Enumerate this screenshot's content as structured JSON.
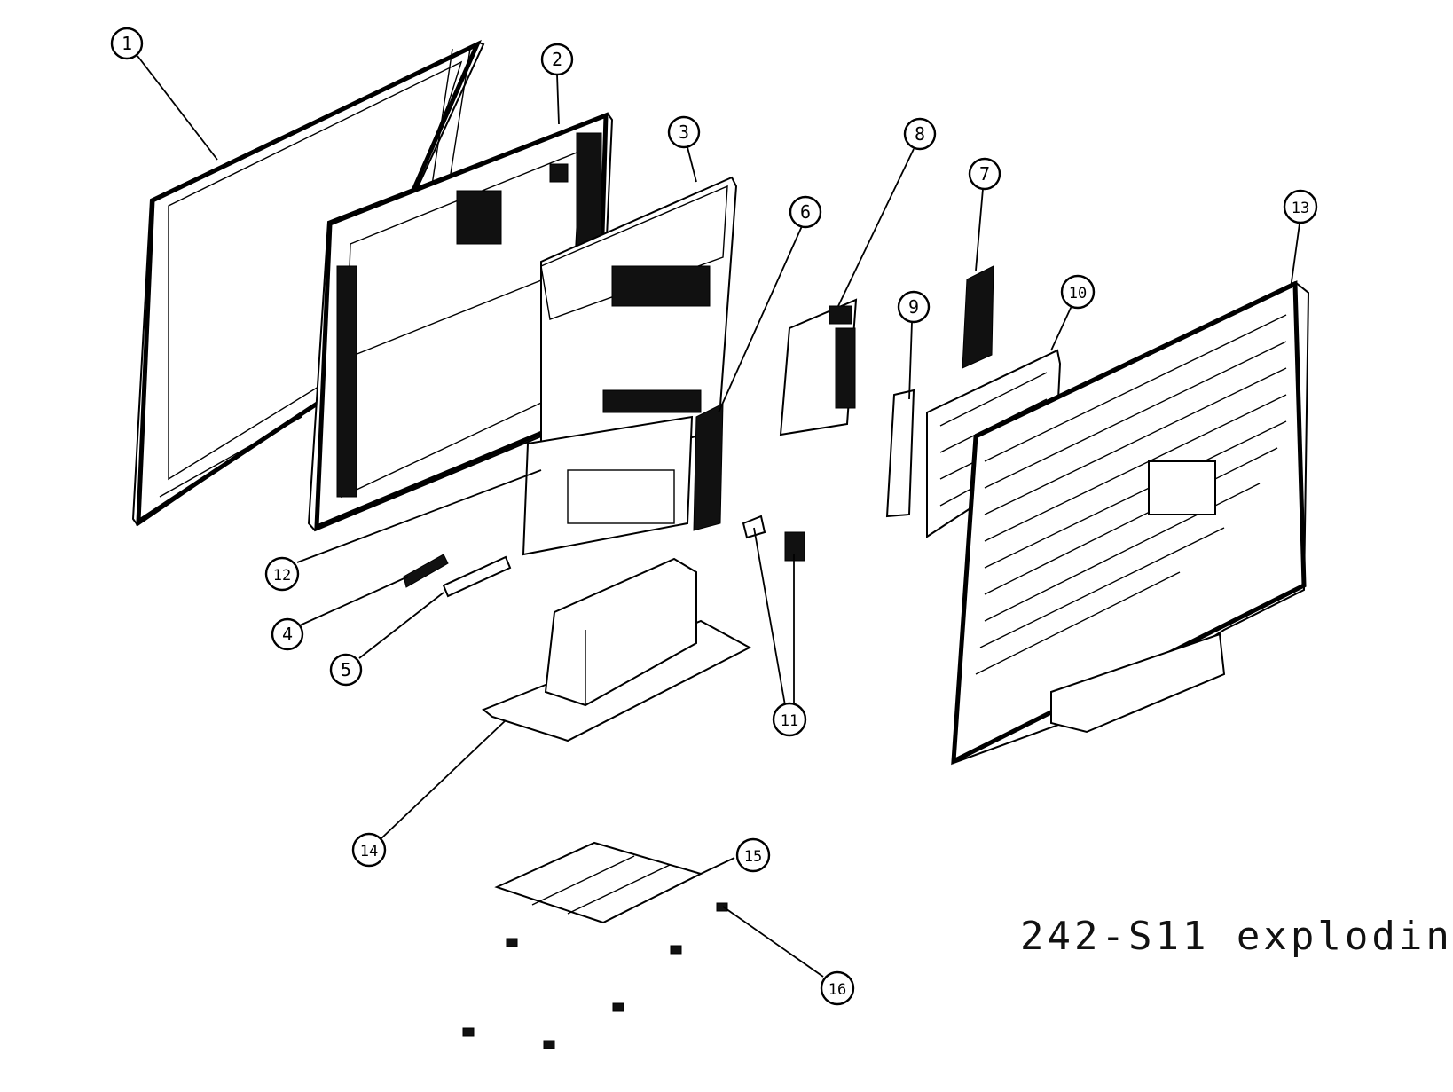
{
  "caption": "242-S11 explodin",
  "callouts": [
    "1",
    "2",
    "3",
    "4",
    "5",
    "6",
    "7",
    "8",
    "9",
    "10",
    "11",
    "12",
    "13",
    "14",
    "15",
    "16"
  ],
  "colors": {
    "ink": "#000000",
    "paper": "#ffffff"
  }
}
